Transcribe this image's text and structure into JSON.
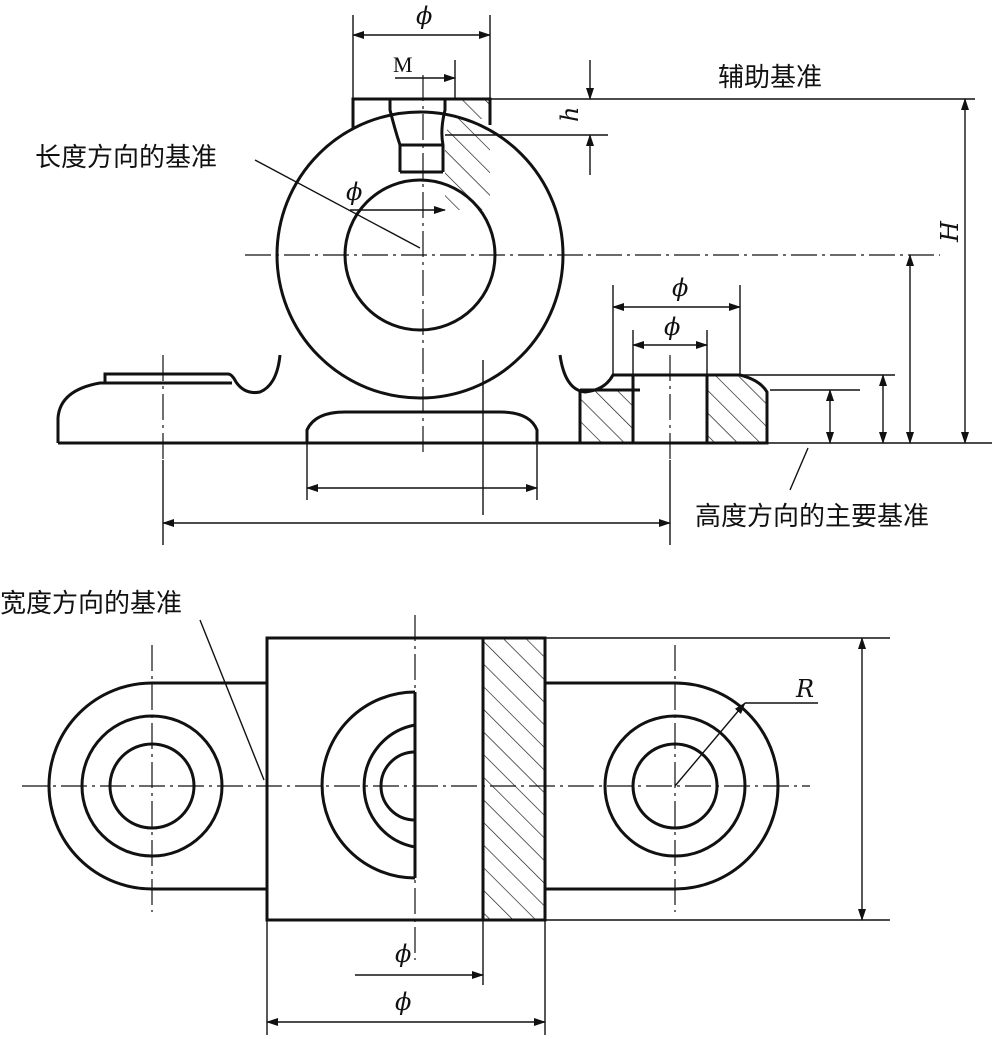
{
  "labels": {
    "auxiliary_datum": "辅助基准",
    "length_datum": "长度方向的基准",
    "height_main_datum": "高度方向的主要基准",
    "width_datum": "宽度方向的基准"
  },
  "dimensions": {
    "phi_top": "ϕ",
    "M": "M",
    "h": "h",
    "H": "H",
    "phi_bore": "ϕ",
    "phi_hole_outer": "ϕ",
    "phi_hole_inner": "ϕ",
    "phi_bottom_1": "ϕ",
    "phi_bottom_2": "ϕ",
    "R": "R"
  }
}
